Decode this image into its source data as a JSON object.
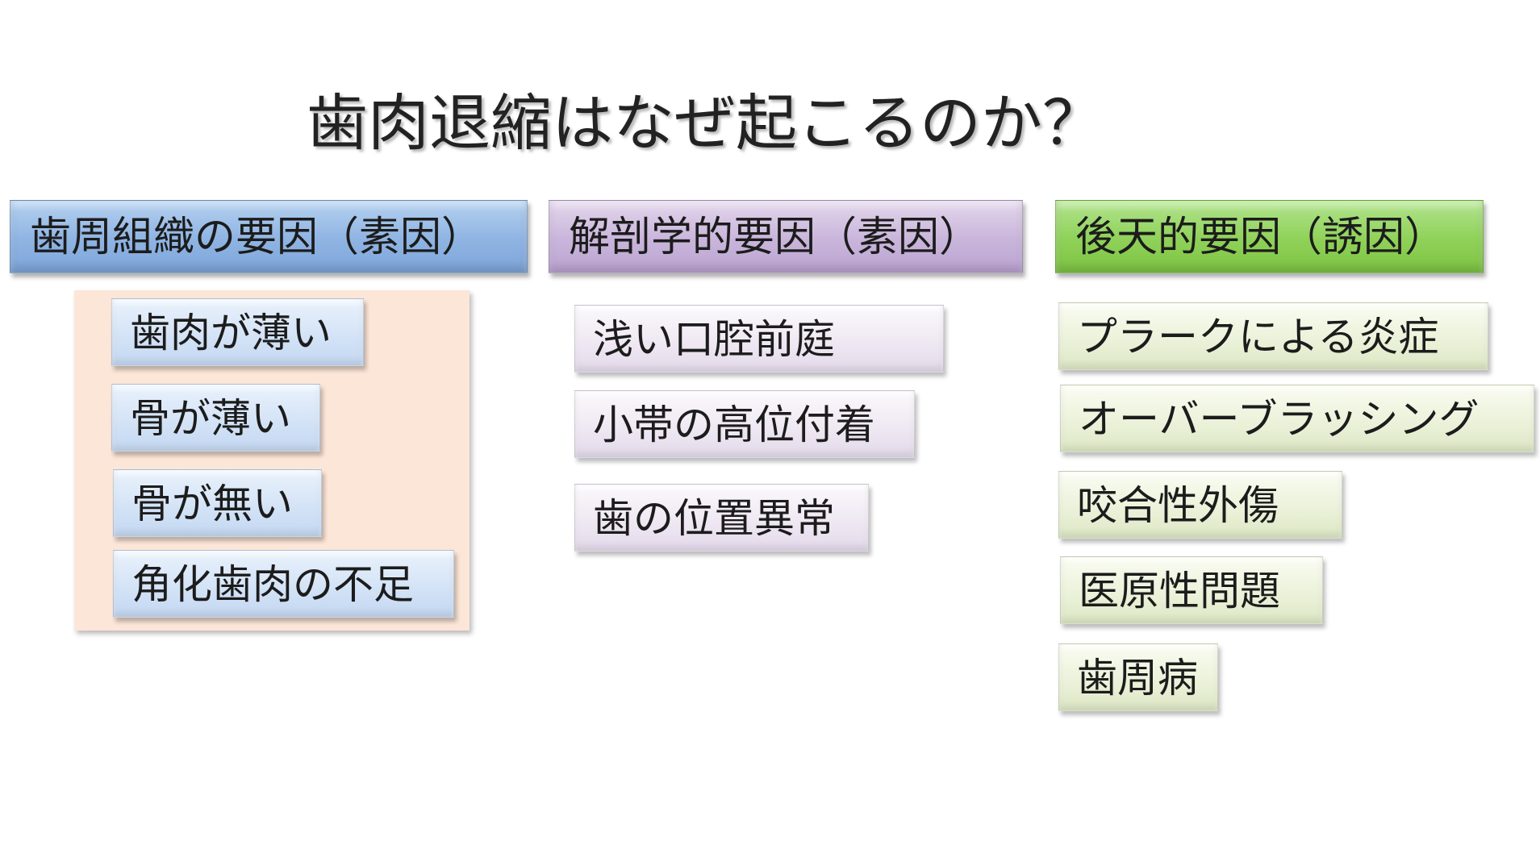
{
  "title": "歯肉退縮はなぜ起こるのか？",
  "columns": [
    {
      "header": "歯周組織の要因（素因）",
      "items": [
        "歯肉が薄い",
        "骨が薄い",
        "骨が無い",
        "角化歯肉の不足"
      ]
    },
    {
      "header": "解剖学的要因（素因）",
      "items": [
        "浅い口腔前庭",
        "小帯の高位付着",
        "歯の位置異常"
      ]
    },
    {
      "header": "後天的要因（誘因）",
      "items": [
        "プラークによる炎症",
        "オーバーブラッシング",
        "咬合性外傷",
        "医原性問題",
        "歯周病"
      ]
    }
  ],
  "colors": {
    "col1_header": "#8fb4e3",
    "col2_header": "#c9b5db",
    "col3_header": "#8fd158",
    "col1_panel": "#fce6d8",
    "col1_item": "#d2e2f6",
    "col2_item": "#eee7f2",
    "col3_item": "#eaf1d8"
  }
}
